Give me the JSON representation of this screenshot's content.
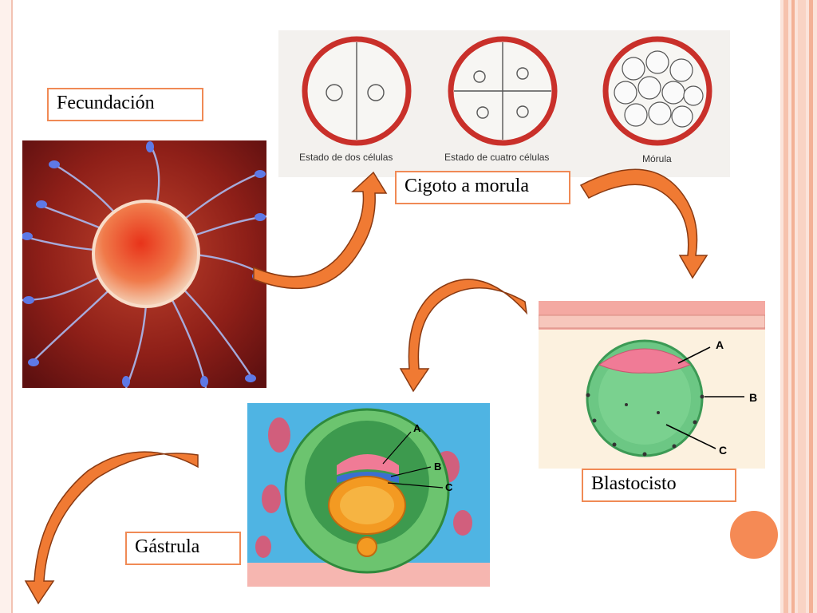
{
  "labels": {
    "fecundacion": "Fecundación",
    "cigoto": "Cigoto a morula",
    "blastocisto": "Blastocisto",
    "gastrula": "Gástrula"
  },
  "cigoto_image": {
    "caption_two": "Estado de dos células",
    "caption_four": "Estado de cuatro células",
    "caption_morula": "Mórula"
  },
  "diagram_letters": {
    "a": "A",
    "b": "B",
    "c": "C"
  },
  "colors": {
    "accent": "#f08a55",
    "arrow": "#f07a33",
    "circle": "#f58a55"
  }
}
